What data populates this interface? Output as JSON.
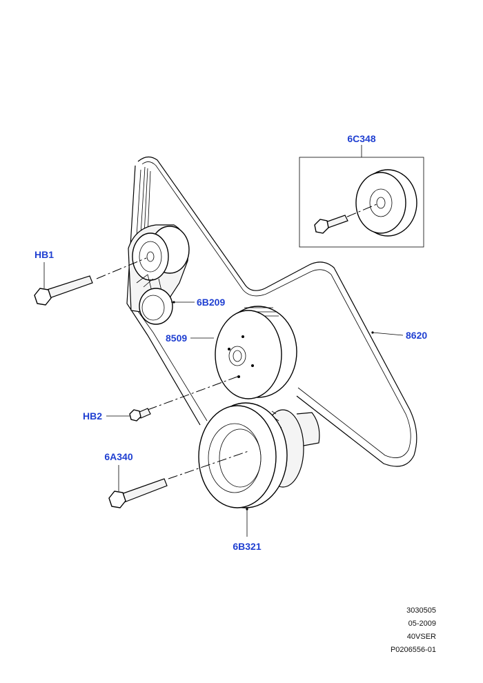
{
  "callouts": {
    "hb1": "HB1",
    "hb2": "HB2",
    "p6a340": "6A340",
    "p6b209": "6B209",
    "p8509": "8509",
    "p8620": "8620",
    "p6b321": "6B321",
    "p6c348": "6C348"
  },
  "footer": {
    "code": "3030505",
    "date": "05-2009",
    "series": "40VSER",
    "ref": "P0206556-01"
  },
  "colors": {
    "callout": "#1f3fd1",
    "line": "#000000"
  }
}
